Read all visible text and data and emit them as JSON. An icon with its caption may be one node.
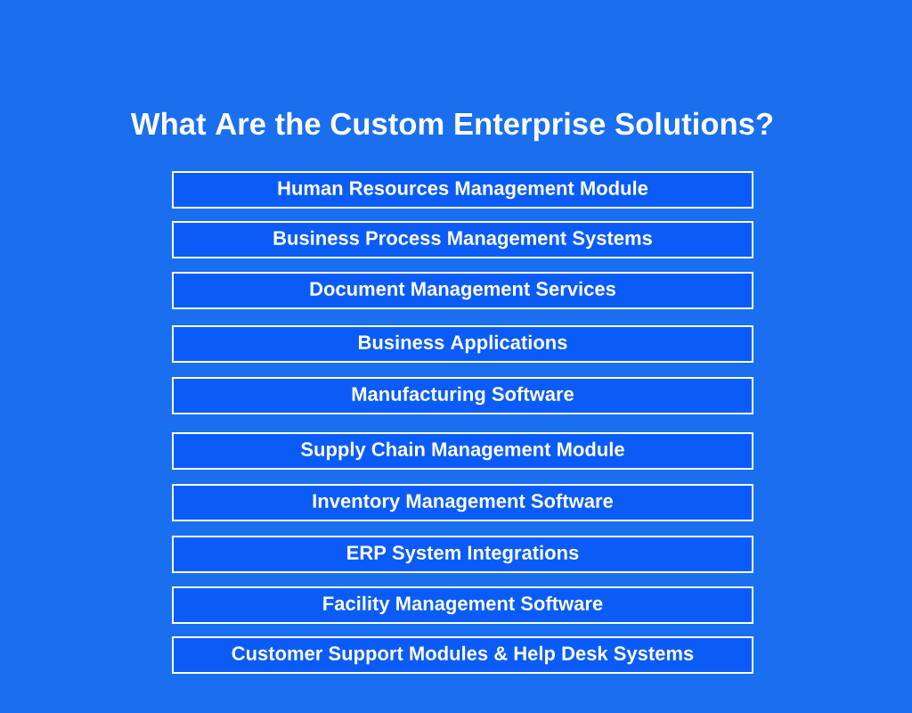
{
  "diagram": {
    "title": "What Are the Custom Enterprise Solutions?",
    "nodes": [
      {
        "text": [
          "Human Resources Management Module"
        ]
      },
      {
        "text": [
          "Business Process Management Systems"
        ]
      },
      {
        "text": [
          "Document Management Services"
        ]
      },
      {
        "text": [
          "Business Applications"
        ]
      },
      {
        "text": [
          "Manufacturing Software"
        ]
      },
      {
        "text": [
          "Supply Chain Management Module"
        ]
      },
      {
        "text": [
          "Inventory Management Software"
        ]
      },
      {
        "text": [
          "ERP System Integrations"
        ]
      },
      {
        "text": [
          "Facility Management Software"
        ]
      },
      {
        "text": [
          "Customer Support Modules & Help Desk Systems"
        ]
      }
    ]
  }
}
